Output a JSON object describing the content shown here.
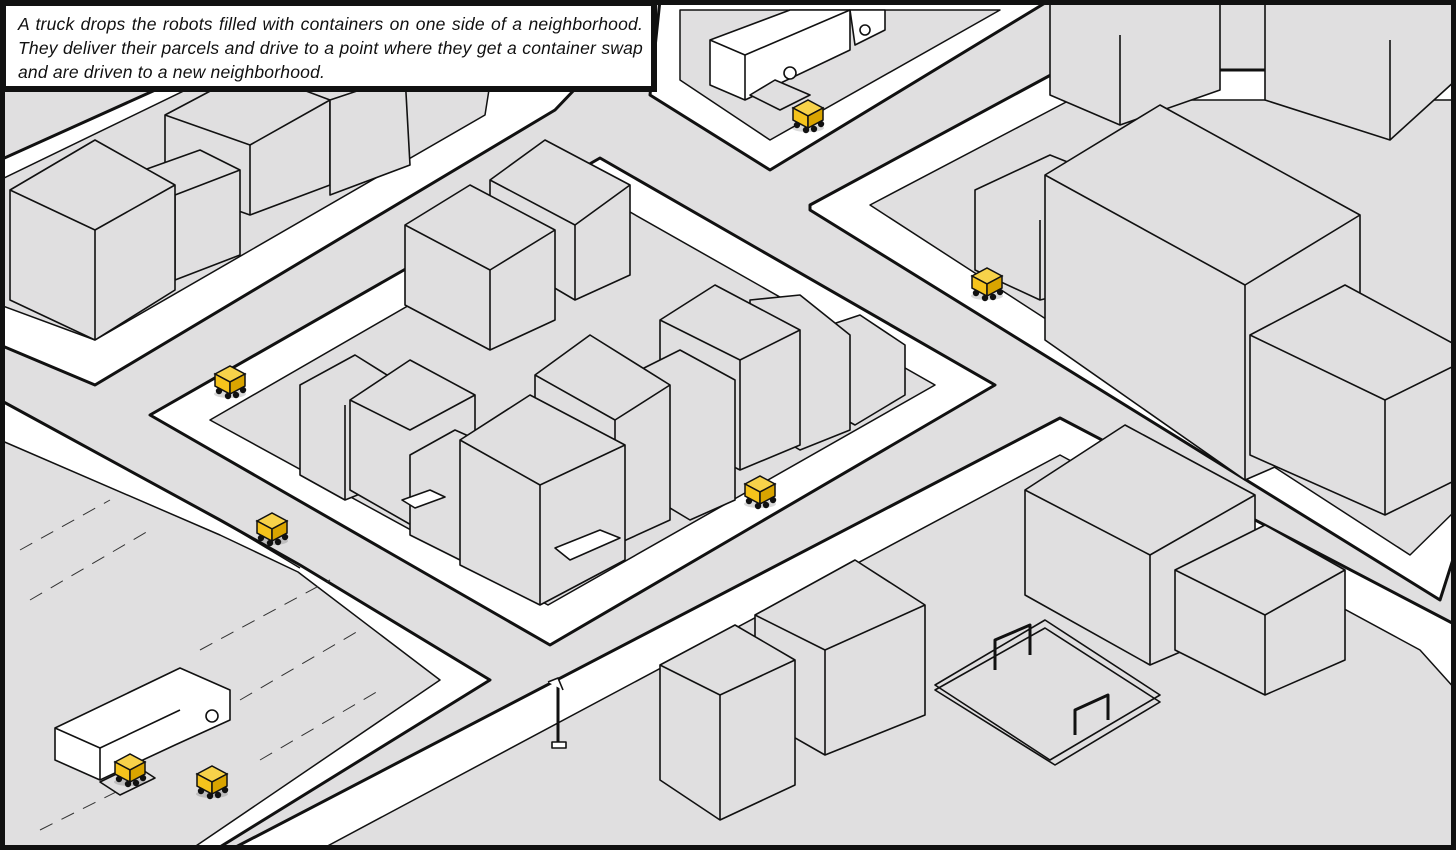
{
  "caption": "A truck drops the robots filled with containers on one side of a neighborhood. They deliver their parcels and drive to a point where they get a container swap and are driven to a new neighborhood.",
  "colors": {
    "ground": "#e0dfe0",
    "sidewalk": "#ffffff",
    "ink": "#111111",
    "robot": "#f5c31c",
    "robot_shade": "#d9a400"
  },
  "robots": [
    {
      "name": "robot-near-top-truck"
    },
    {
      "name": "robot-right-sidewalk"
    },
    {
      "name": "robot-left-block"
    },
    {
      "name": "robot-center-block"
    },
    {
      "name": "robot-left-street"
    },
    {
      "name": "robot-on-truck-ramp"
    },
    {
      "name": "robot-parking-lot"
    }
  ]
}
